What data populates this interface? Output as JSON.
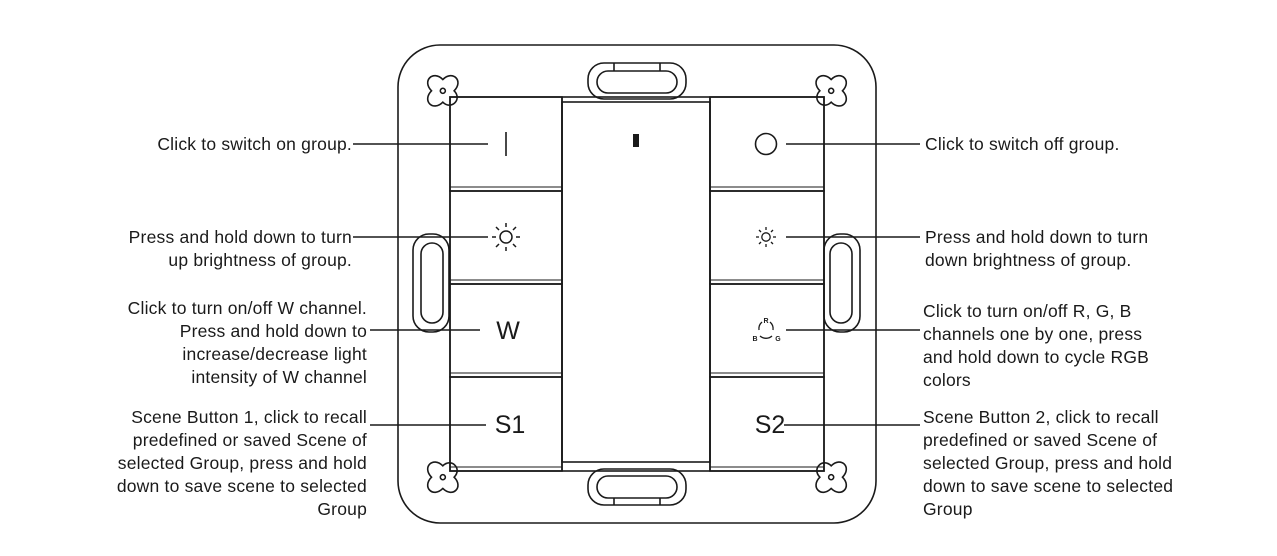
{
  "colors": {
    "line": "#1a1a1a",
    "background": "#ffffff"
  },
  "buttons": {
    "on": {
      "icon": "on-bar-icon"
    },
    "off": {
      "icon": "off-circle-icon"
    },
    "brightness_up": {
      "icon": "sun-large-icon"
    },
    "brightness_down": {
      "icon": "sun-small-icon"
    },
    "w_channel": {
      "text": "W"
    },
    "rgb_channel": {
      "icon": "rgb-cycle-icon",
      "r": "R",
      "g": "G",
      "b": "B"
    },
    "scene1": {
      "text": "S1"
    },
    "scene2": {
      "text": "S2"
    }
  },
  "labels": {
    "on": "Click to switch on group.",
    "off": "Click to switch off group.",
    "brightness_up": "Press and hold down to turn\nup brightness of group.",
    "brightness_down": "Press and hold down to turn\ndown brightness of group.",
    "w_channel": "Click to turn on/off W channel.\nPress and hold down to\nincrease/decrease light\nintensity of W channel",
    "rgb_channel": "Click to turn on/off R, G, B\nchannels one by one, press\nand hold down to cycle RGB\ncolors",
    "scene1": "Scene Button 1, click to recall\npredefined or saved Scene of\nselected Group, press and hold\ndown to save scene to selected\nGroup",
    "scene2": "Scene Button 2, click to recall\npredefined or saved Scene of\nselected Group, press and hold\ndown to save scene to selected\nGroup"
  }
}
